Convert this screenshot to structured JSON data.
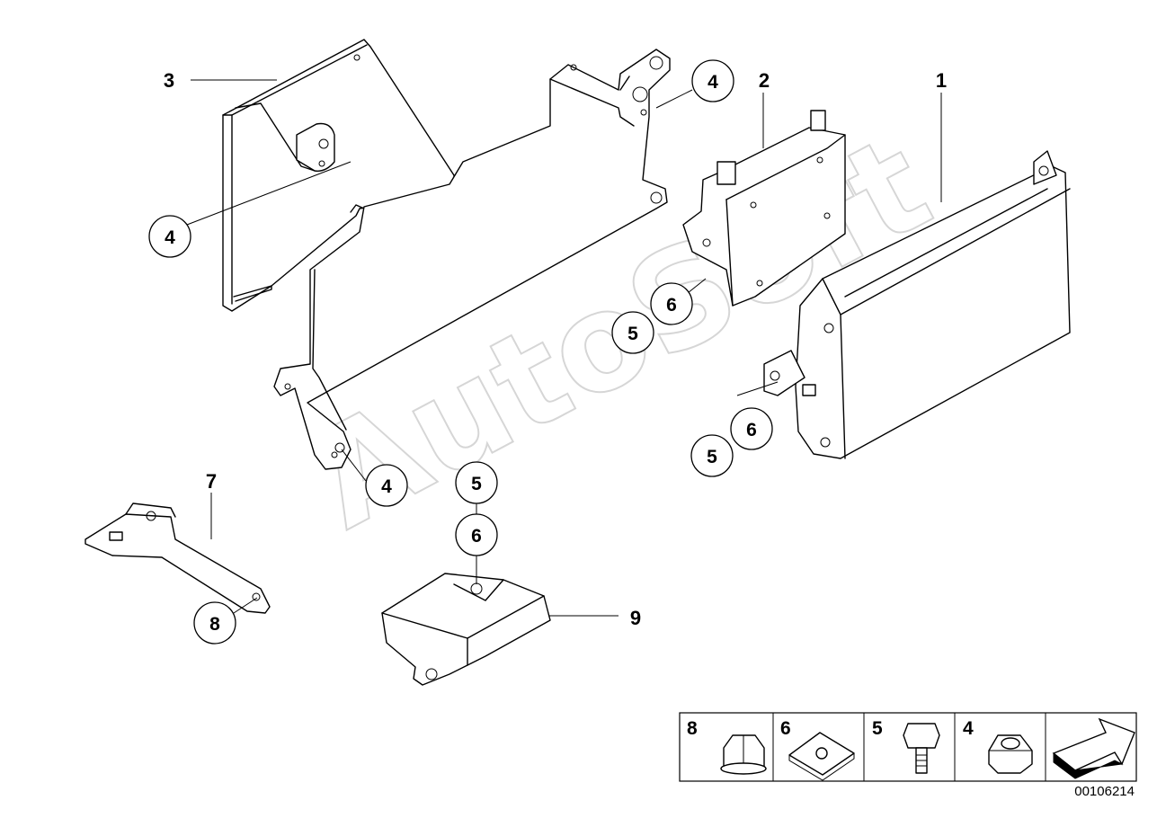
{
  "callouts": [
    {
      "id": "c4a",
      "number": "4"
    },
    {
      "id": "c4b",
      "number": "4"
    },
    {
      "id": "c4c",
      "number": "4"
    },
    {
      "id": "c6a",
      "number": "6"
    },
    {
      "id": "c5a",
      "number": "5"
    },
    {
      "id": "c6b",
      "number": "6"
    },
    {
      "id": "c5b",
      "number": "5"
    },
    {
      "id": "c5c",
      "number": "5"
    },
    {
      "id": "c6c",
      "number": "6"
    },
    {
      "id": "c8",
      "number": "8"
    }
  ],
  "labels": {
    "part1": "1",
    "part2": "2",
    "part3": "3",
    "part7": "7",
    "part9": "9"
  },
  "legend": [
    {
      "number": "8",
      "icon": "cap-nut-icon"
    },
    {
      "number": "6",
      "icon": "clip-nut-icon"
    },
    {
      "number": "5",
      "icon": "bolt-icon"
    },
    {
      "number": "4",
      "icon": "hex-nut-icon"
    },
    {
      "number": "",
      "icon": "arrow-icon"
    }
  ],
  "watermark": "AutoSoft",
  "document_id": "00106214"
}
